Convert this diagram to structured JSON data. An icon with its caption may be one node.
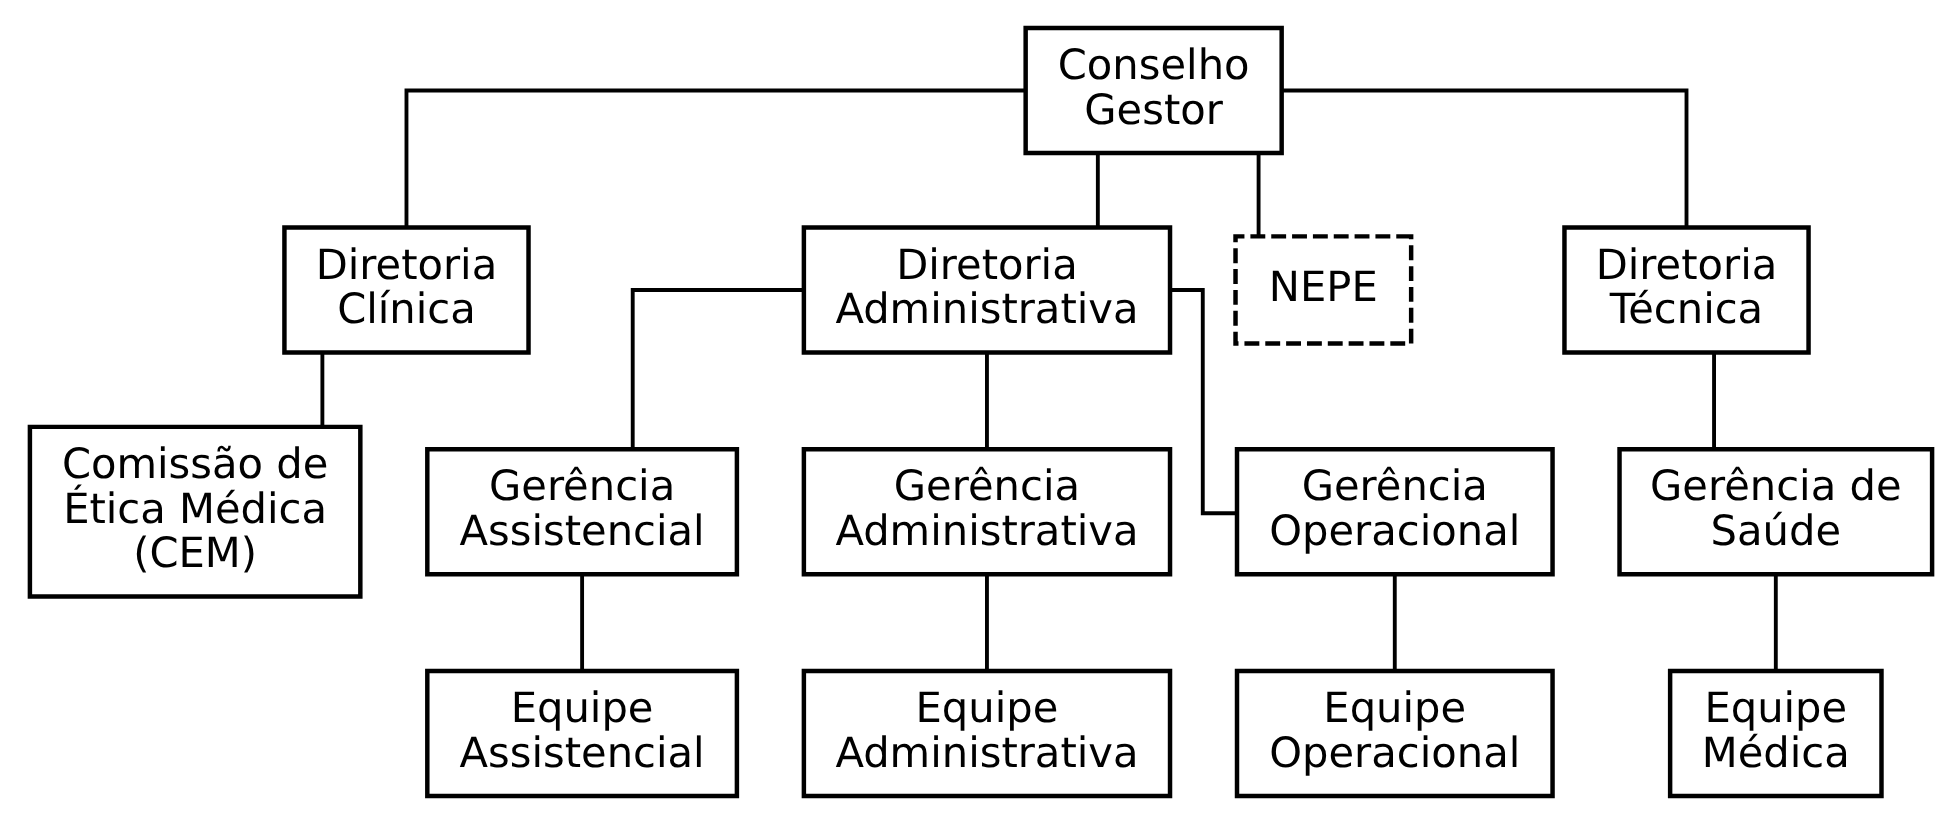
{
  "diagram": {
    "nodes": [
      {
        "text": [
          "Conselho Gestor"
        ]
      },
      {
        "text": [
          "Diretoria Clínica"
        ]
      },
      {
        "text": [
          "Diretoria Administrativa"
        ]
      },
      {
        "text": [
          "NEPE"
        ]
      },
      {
        "text": [
          "Diretoria Técnica"
        ]
      },
      {
        "text": [
          "Comissão de Ética Médica (CEM)"
        ]
      },
      {
        "text": [
          "Gerência Assistencial"
        ]
      },
      {
        "text": [
          "Gerência Administrativa"
        ]
      },
      {
        "text": [
          "Gerência Operacional"
        ]
      },
      {
        "text": [
          "Gerência de Saúde"
        ]
      },
      {
        "text": [
          "Equipe Assistencial"
        ]
      },
      {
        "text": [
          "Equipe Administrativa"
        ]
      },
      {
        "text": [
          "Equipe Operacional"
        ]
      },
      {
        "text": [
          "Equipe Médica"
        ]
      }
    ],
    "edges": [
      {
        "from": 0,
        "to": 1,
        "arrow": "none"
      },
      {
        "from": 0,
        "to": 2,
        "arrow": "none"
      },
      {
        "from": 0,
        "to": 3,
        "arrow": "none"
      },
      {
        "from": 0,
        "to": 4,
        "arrow": "none"
      },
      {
        "from": 1,
        "to": 5,
        "arrow": "none"
      },
      {
        "from": 2,
        "to": 6,
        "arrow": "none"
      },
      {
        "from": 2,
        "to": 7,
        "arrow": "none"
      },
      {
        "from": 2,
        "to": 8,
        "arrow": "none"
      },
      {
        "from": 4,
        "to": 9,
        "arrow": "none"
      },
      {
        "from": 6,
        "to": 10,
        "arrow": "none"
      },
      {
        "from": 7,
        "to": 11,
        "arrow": "none"
      },
      {
        "from": 8,
        "to": 12,
        "arrow": "none"
      },
      {
        "from": 9,
        "to": 13,
        "arrow": "none"
      }
    ]
  }
}
